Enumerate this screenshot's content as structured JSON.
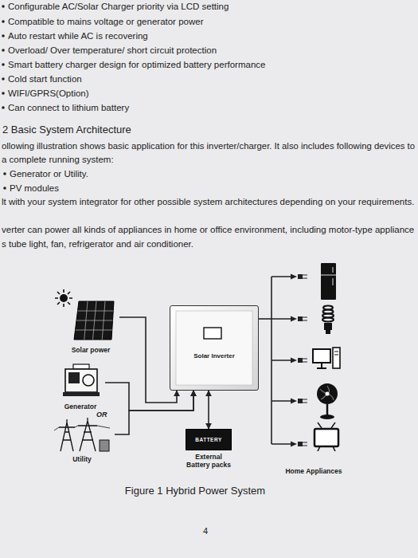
{
  "diagram": {
    "title": "2 Basic System Architecture",
    "caption": "Figure 1 Hybrid Power System",
    "nodes": [
      {
        "text": [
          "Solar power"
        ]
      },
      {
        "text": [
          "Generator"
        ]
      },
      {
        "text": [
          "Utility"
        ]
      },
      {
        "text": [
          "Solar Inverter"
        ]
      },
      {
        "text": [
          "BATTERY",
          "External Battery packs"
        ]
      },
      {
        "text": [
          "Home Appliances"
        ]
      }
    ],
    "edges": [
      {
        "from": 0,
        "to": 3,
        "arrow": "to"
      },
      {
        "from": 1,
        "to": 3,
        "arrow": "to"
      },
      {
        "from": 2,
        "to": 3,
        "arrow": "to"
      },
      {
        "from": 3,
        "to": 4,
        "arrow": "both"
      },
      {
        "from": 3,
        "to": 5,
        "arrow": "none"
      }
    ],
    "labels": [
      "Configurable AC/Solar Charger priority via LCD setting",
      "Compatible to mains voltage or generator power",
      "Auto restart while AC is recovering",
      "Overload/ Over temperature/ short circuit protection",
      "Smart battery charger design for optimized battery performance",
      "Cold start function",
      "WIFI/GPRS(Option)",
      "Can connect to lithium battery",
      "ollowing illustration shows basic application for this inverter/charger. It also includes following devices to",
      "a complete running system:",
      "Generator or Utility.",
      "PV modules",
      "lt with your system integrator for other possible system architectures depending on your requirements.",
      "verter can power all kinds of appliances in home or office environment, including motor-type appliance",
      "s tube light, fan, refrigerator and air conditioner.",
      "OR",
      "4"
    ]
  }
}
